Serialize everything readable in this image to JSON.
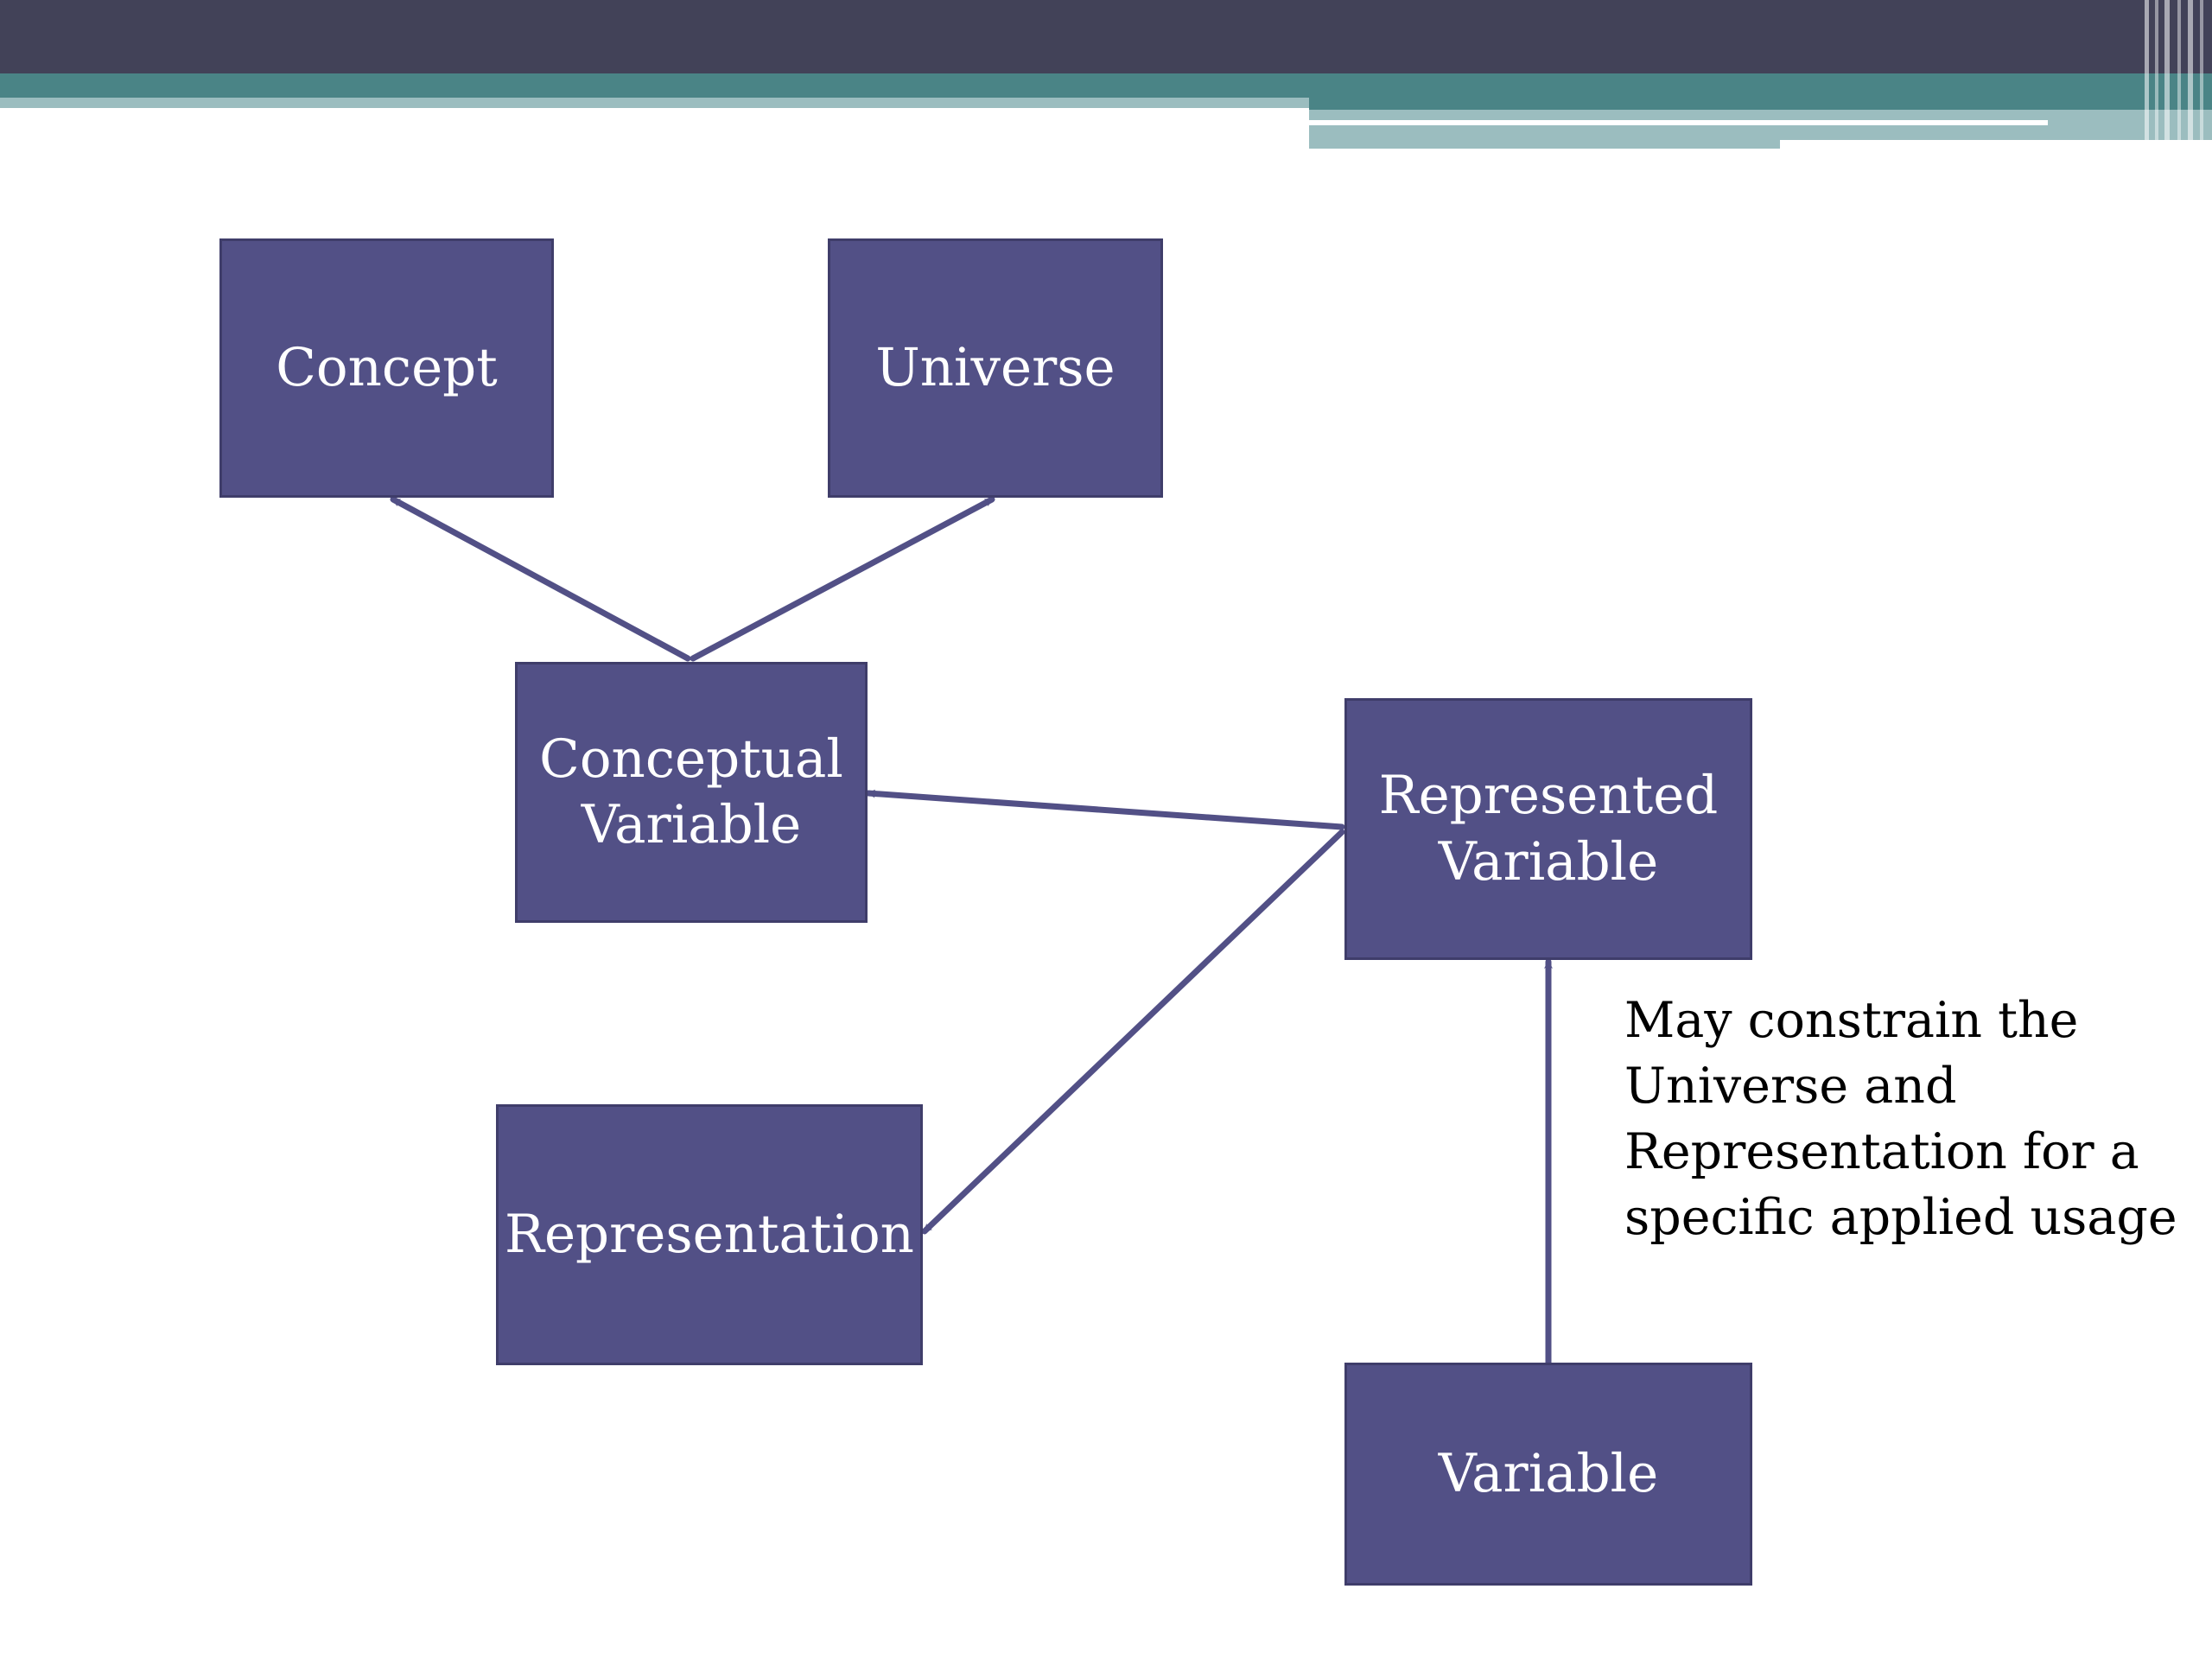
{
  "colors": {
    "box_fill": "#525086",
    "box_border": "#3f3d6a",
    "arrow": "#525086",
    "header_dark": "#424258",
    "header_teal": "#4a8486",
    "header_light": "#9bbdbf"
  },
  "nodes": {
    "concept": "Concept",
    "universe": "Universe",
    "conceptual_variable": "Conceptual\nVariable",
    "represented_variable": "Represented\nVariable",
    "representation": "Representation",
    "variable": "Variable"
  },
  "note": {
    "text": "May constrain the Universe and Representation for a specific applied usage"
  },
  "edges": [
    {
      "from": "conceptual_variable",
      "to": "concept"
    },
    {
      "from": "conceptual_variable",
      "to": "universe"
    },
    {
      "from": "represented_variable",
      "to": "conceptual_variable"
    },
    {
      "from": "represented_variable",
      "to": "representation"
    },
    {
      "from": "variable",
      "to": "represented_variable"
    }
  ]
}
